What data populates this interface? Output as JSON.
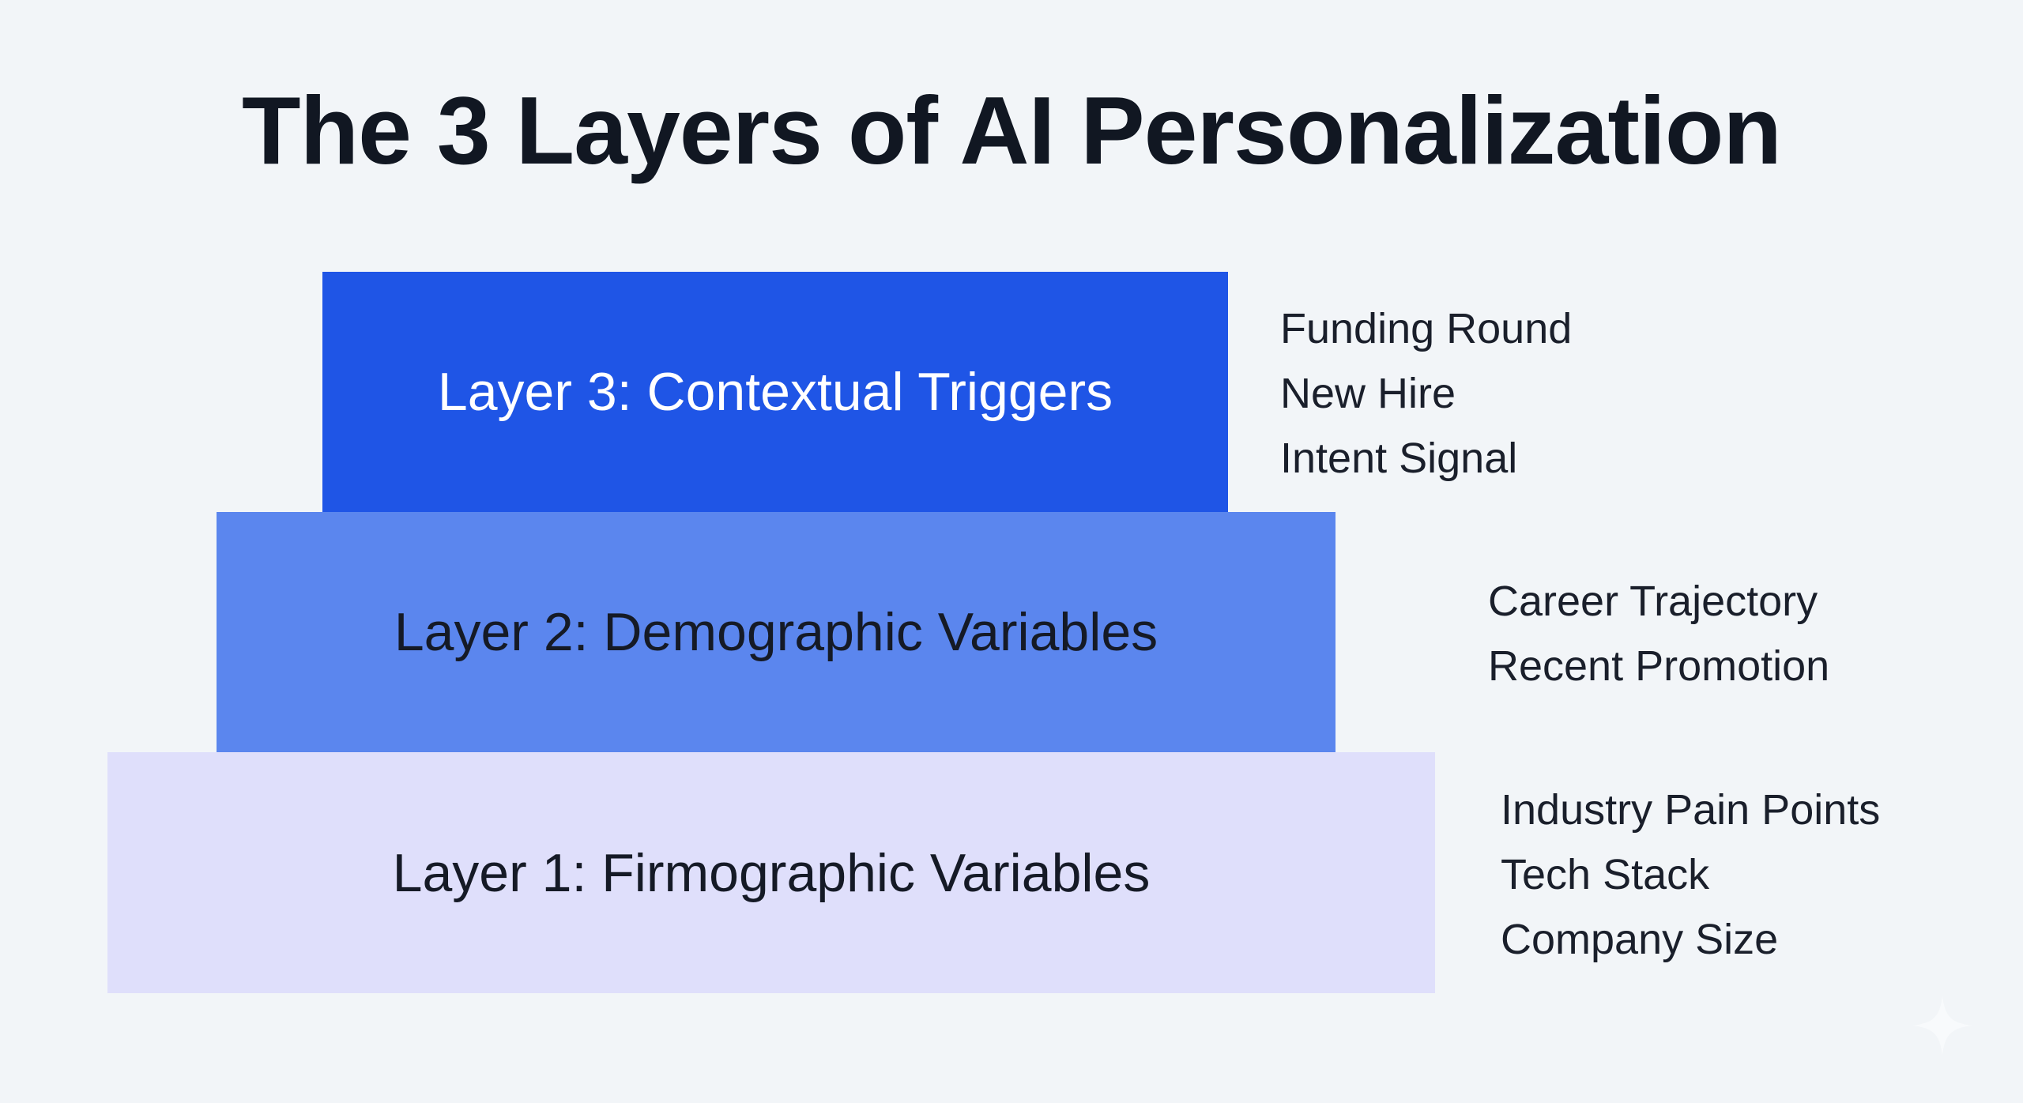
{
  "title": "The 3 Layers of AI Personalization",
  "layers": [
    {
      "label": "Layer 3: Contextual Triggers",
      "color": "#1f55e6",
      "details": [
        "Funding Round",
        "New Hire",
        "Intent Signal"
      ]
    },
    {
      "label": "Layer 2: Demographic Variables",
      "color": "#5b86ee",
      "details": [
        "Career Trajectory",
        "Recent Promotion"
      ]
    },
    {
      "label": "Layer 1: Firmographic Variables",
      "color": "#dfdffb",
      "details": [
        "Industry Pain Points",
        "Tech Stack",
        "Company Size"
      ]
    }
  ]
}
